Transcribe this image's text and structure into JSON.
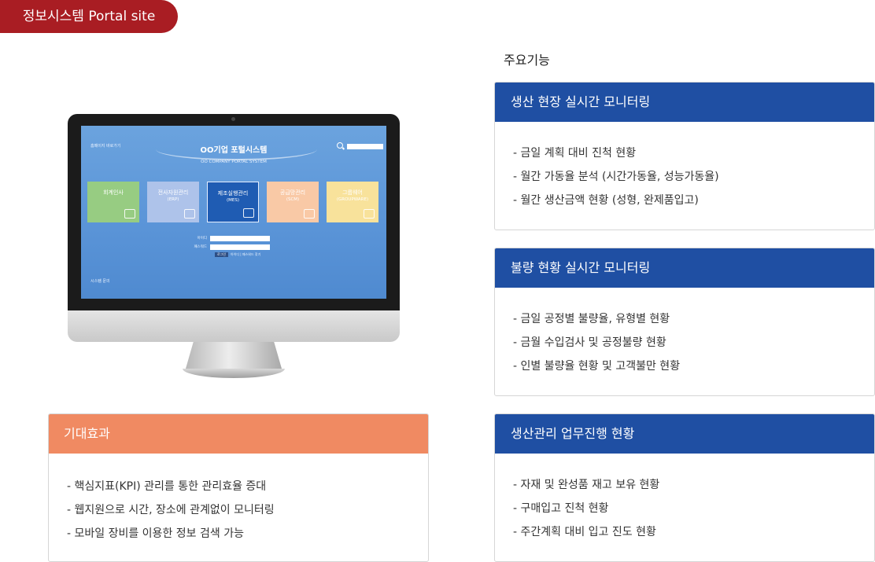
{
  "badge": "정보시스템 Portal site",
  "screen": {
    "home_link": "홈페이지 바로가기",
    "title": "OO기업 포털시스템",
    "subtitle": "OO COMPANY PORTAL SYSTEM",
    "tiles": [
      {
        "label": "회계인사",
        "sub": ""
      },
      {
        "label": "전사자원관리",
        "sub": "(ERP)"
      },
      {
        "label": "제조실행관리",
        "sub": "(MES)"
      },
      {
        "label": "공급망관리",
        "sub": "(SCM)"
      },
      {
        "label": "그룹웨어",
        "sub": "(GROUPWARE)"
      }
    ],
    "id_label": "아이디",
    "pw_label": "패스워드",
    "login_button": "로그인",
    "login_links": "아이디 | 패스워드 찾기",
    "inquiry": "시스템 문의"
  },
  "effects": {
    "title": "기대효과",
    "items": [
      "- 핵심지표(KPI) 관리를 통한 관리효율 증대",
      "- 웹지원으로 시간, 장소에 관계없이 모니터링",
      "- 모바일 장비를 이용한 정보 검색 가능"
    ]
  },
  "features": {
    "heading": "주요기능",
    "boxes": [
      {
        "title": "생산 현장 실시간 모니터링",
        "items": [
          "- 금일 계획 대비 진척 현황",
          "- 월간 가동율 분석 (시간가동율, 성능가동율)",
          "- 월간 생산금액 현황 (성형, 완제품입고)"
        ]
      },
      {
        "title": "불량 현황 실시간 모니터링",
        "items": [
          "- 금일 공정별 불량율, 유형별 현황",
          "- 금월 수입검사 및 공정불량 현황",
          "- 인별 불량율 현황 및 고객불만 현황"
        ]
      },
      {
        "title": "생산관리 업무진행 현황",
        "items": [
          "- 자재 및 완성품 재고 보유 현황",
          "- 구매입고 진척 현황",
          "- 주간계획 대비 입고 진도 현황"
        ]
      }
    ]
  }
}
